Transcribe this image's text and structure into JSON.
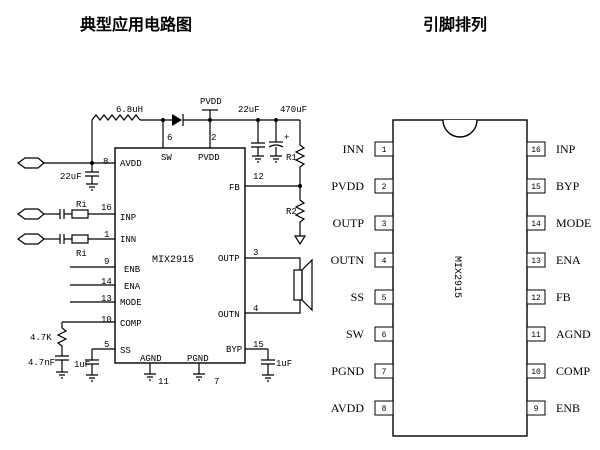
{
  "titles": {
    "left": "典型应用电路图",
    "right": "引脚排列"
  },
  "schematic": {
    "chip_name": "MIX2915",
    "pin_labels": {
      "avdd": "AVDD",
      "sw": "SW",
      "pvdd": "PVDD",
      "fb": "FB",
      "inp": "INP",
      "inn": "INN",
      "enb": "ENB",
      "ena": "ENA",
      "mode": "MODE",
      "comp": "COMP",
      "ss": "SS",
      "outp": "OUTP",
      "outn": "OUTN",
      "agnd": "AGND",
      "pgnd": "PGND",
      "byp": "BYP"
    },
    "pin_numbers": {
      "avdd": "8",
      "sw": "6",
      "pvdd": "2",
      "fb": "12",
      "inp": "16",
      "inn": "1",
      "enb": "9",
      "ena": "14",
      "mode": "13",
      "comp": "10",
      "ss": "5",
      "outp": "3",
      "outn": "4",
      "agnd": "11",
      "pgnd": "7",
      "byp": "15"
    },
    "components": {
      "inductor": "6.8uH",
      "pvdd_rail": "PVDD",
      "cap_22u_top": "22uF",
      "cap_470u": "470uF",
      "r1_fb": "R1",
      "r2_fb": "R2",
      "cap_avdd": "22uF",
      "ri_top": "Ri",
      "ri_bottom": "Ri",
      "comp_res": "4.7K",
      "comp_cap": "4.7nF",
      "ss_cap": "1uF",
      "byp_cap": "1uF"
    }
  },
  "pinout": {
    "chip_name": "MIX2915",
    "left_pins": [
      {
        "num": "1",
        "name": "INN"
      },
      {
        "num": "2",
        "name": "PVDD"
      },
      {
        "num": "3",
        "name": "OUTP"
      },
      {
        "num": "4",
        "name": "OUTN"
      },
      {
        "num": "5",
        "name": "SS"
      },
      {
        "num": "6",
        "name": "SW"
      },
      {
        "num": "7",
        "name": "PGND"
      },
      {
        "num": "8",
        "name": "AVDD"
      }
    ],
    "right_pins": [
      {
        "num": "16",
        "name": "INP"
      },
      {
        "num": "15",
        "name": "BYP"
      },
      {
        "num": "14",
        "name": "MODE"
      },
      {
        "num": "13",
        "name": "ENA"
      },
      {
        "num": "12",
        "name": "FB"
      },
      {
        "num": "11",
        "name": "AGND"
      },
      {
        "num": "10",
        "name": "COMP"
      },
      {
        "num": "9",
        "name": "ENB"
      }
    ]
  }
}
